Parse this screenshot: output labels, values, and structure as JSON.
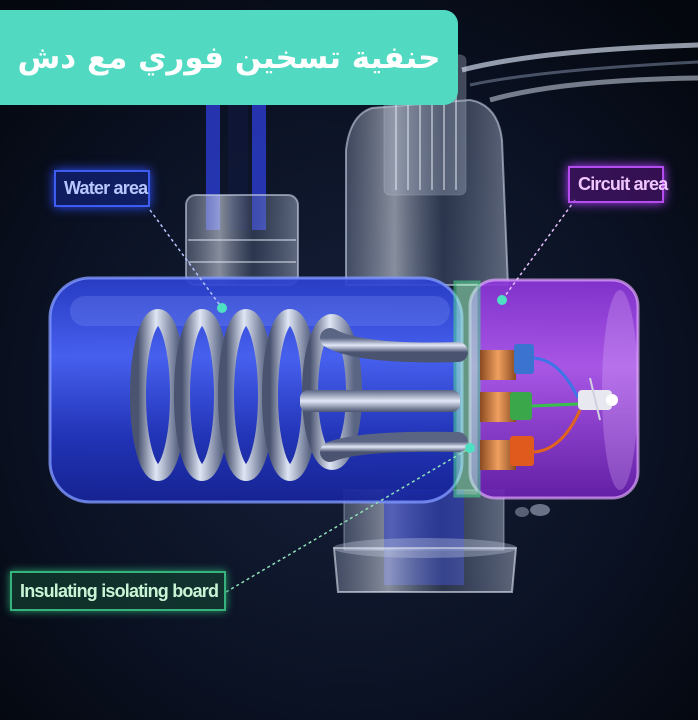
{
  "title": "حنفية تسخين فوري مع دش",
  "callouts": {
    "water_area": "Water area",
    "circuit_area": "Circuit area",
    "insulating_board": "Insulating isolating board"
  },
  "colors": {
    "banner": "#52d9c2",
    "water_callout": "#3f5cf0",
    "circuit_callout": "#b44cf0",
    "board_callout": "#36b27c",
    "background": "#070b14"
  }
}
